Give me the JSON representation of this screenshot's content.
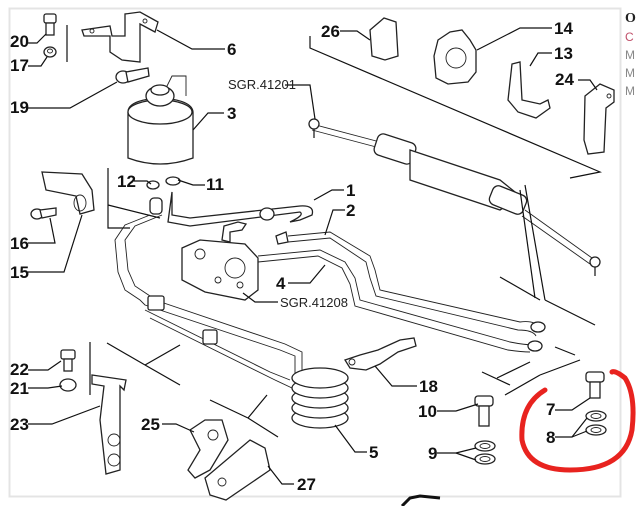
{
  "diagram": {
    "title": "Power steering system exploded parts diagram",
    "reference_labels": [
      {
        "id": "ref-41201",
        "text": "SGR.41201"
      },
      {
        "id": "ref-41208",
        "text": "SGR.41208"
      }
    ],
    "callouts": [
      {
        "number": "1"
      },
      {
        "number": "2"
      },
      {
        "number": "3"
      },
      {
        "number": "4"
      },
      {
        "number": "5"
      },
      {
        "number": "6"
      },
      {
        "number": "7"
      },
      {
        "number": "8"
      },
      {
        "number": "9"
      },
      {
        "number": "10"
      },
      {
        "number": "11"
      },
      {
        "number": "12"
      },
      {
        "number": "13"
      },
      {
        "number": "14"
      },
      {
        "number": "15"
      },
      {
        "number": "16"
      },
      {
        "number": "17"
      },
      {
        "number": "18"
      },
      {
        "number": "19"
      },
      {
        "number": "20"
      },
      {
        "number": "21"
      },
      {
        "number": "22"
      },
      {
        "number": "23"
      },
      {
        "number": "24"
      },
      {
        "number": "25"
      },
      {
        "number": "26"
      },
      {
        "number": "27"
      }
    ],
    "annotation": {
      "type": "hand-drawn circle",
      "circled_parts": [
        "7",
        "8"
      ],
      "color": "#e8231f"
    }
  },
  "sidebar": {
    "items": [
      {
        "text": "O",
        "style": "first"
      },
      {
        "text": "C",
        "style": "accent"
      },
      {
        "text": "M",
        "style": "muted"
      },
      {
        "text": "M",
        "style": "muted"
      },
      {
        "text": "M",
        "style": "muted"
      }
    ]
  }
}
